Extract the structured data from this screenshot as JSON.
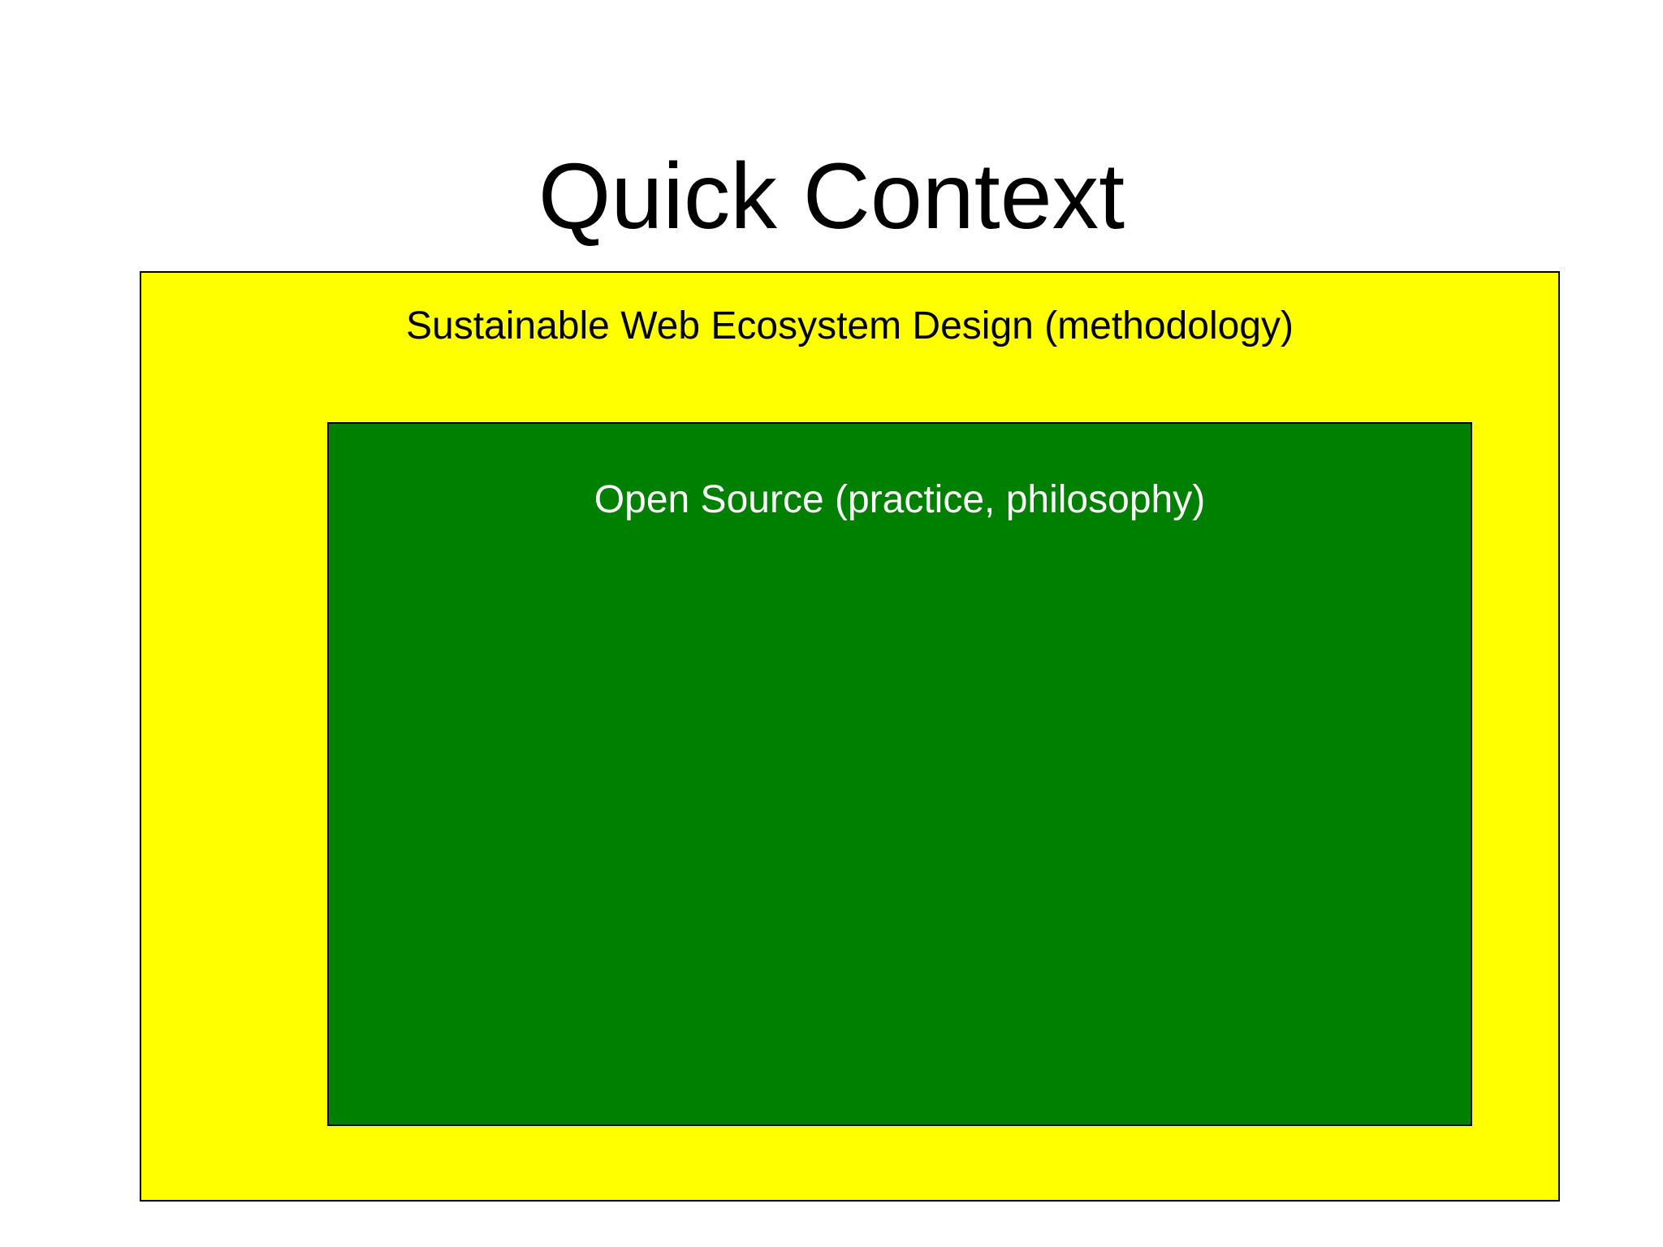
{
  "slide": {
    "title": "Quick Context",
    "background_color": "#FFFFFF",
    "title_color": "#000000",
    "outer_box": {
      "label": "Sustainable Web Ecosystem Design (methodology)",
      "fill_color": "#FFFF00",
      "border_color": "#000000",
      "text_color": "#000000"
    },
    "inner_box": {
      "label": "Open Source (practice, philosophy)",
      "fill_color": "#008000",
      "border_color": "#000000",
      "text_color": "#FFFFFF"
    }
  }
}
